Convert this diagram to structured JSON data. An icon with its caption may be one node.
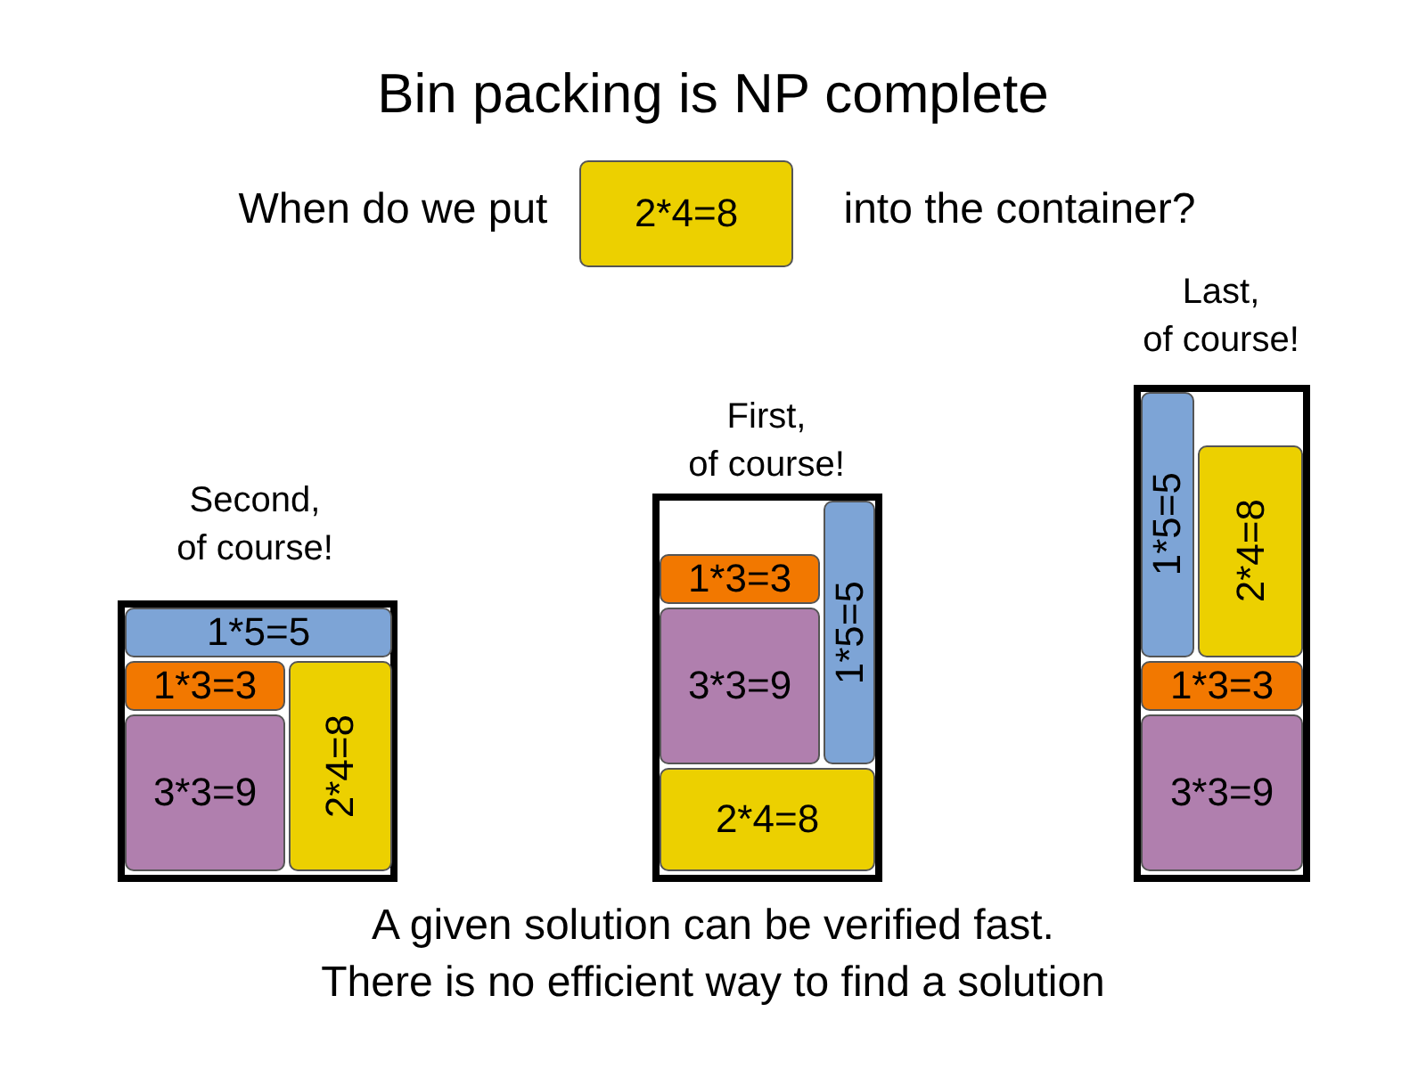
{
  "diagram": {
    "title": "Bin packing is NP complete",
    "nodes": [
      {
        "text": [
          "2*4=8"
        ]
      },
      {
        "text": [],
        "shape": "box",
        "beside": [
          "Second, of course!"
        ]
      },
      {
        "text": [
          "1*5=5"
        ],
        "in": 1
      },
      {
        "text": [
          "1*3=3"
        ],
        "in": 1
      },
      {
        "text": [
          "3*3=9"
        ],
        "in": 1
      },
      {
        "text": [
          "2*4=8"
        ],
        "in": 1
      },
      {
        "text": [],
        "shape": "box",
        "beside": [
          "First, of course!"
        ]
      },
      {
        "text": [
          "1*3=3"
        ],
        "in": 6
      },
      {
        "text": [
          "3*3=9"
        ],
        "in": 6
      },
      {
        "text": [
          "1*5=5"
        ],
        "in": 6
      },
      {
        "text": [
          "2*4=8"
        ],
        "in": 6
      },
      {
        "text": [],
        "shape": "box",
        "beside": [
          "Last, of course!"
        ]
      },
      {
        "text": [
          "1*5=5"
        ],
        "in": 11
      },
      {
        "text": [
          "2*4=8"
        ],
        "in": 11
      },
      {
        "text": [
          "1*3=3"
        ],
        "in": 11
      },
      {
        "text": [
          "3*3=9"
        ],
        "in": 11
      }
    ],
    "labels": [
      "When do we put",
      "into the container?",
      "A given solution can be verified fast.",
      "There is no efficient way to find a solution"
    ]
  }
}
